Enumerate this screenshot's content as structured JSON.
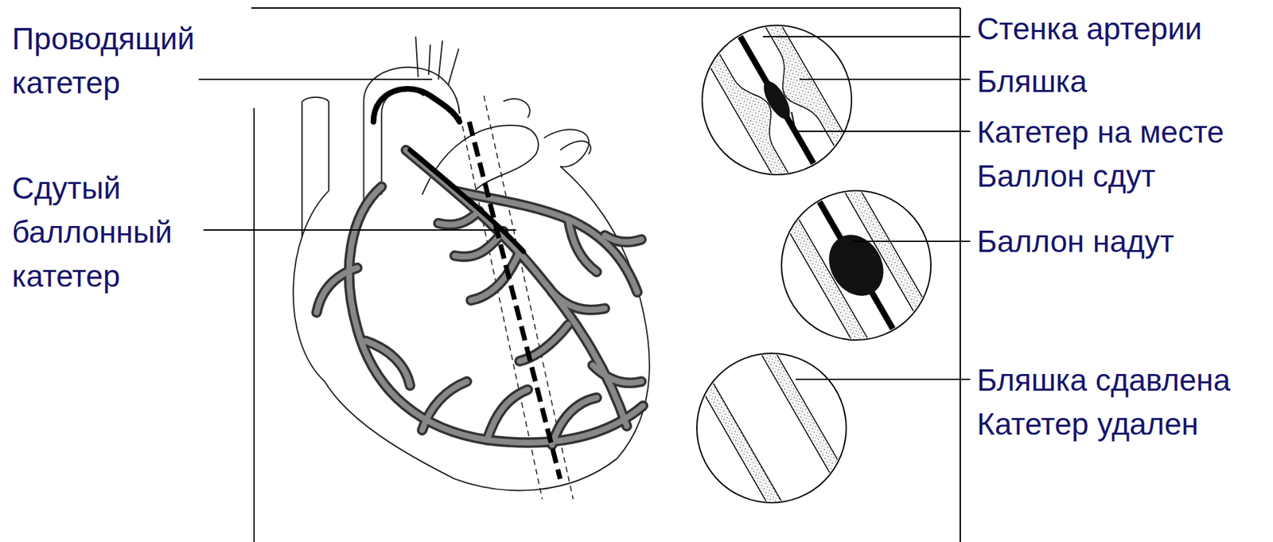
{
  "diagram": {
    "labels": [
      "Проводящий катетер",
      "Сдутый баллонный катетер",
      "Стенка артерии",
      "Бляшка",
      "Катетер на месте Баллон сдут",
      "Баллон надут",
      "Бляшка сдавлена Катетер удален"
    ]
  }
}
